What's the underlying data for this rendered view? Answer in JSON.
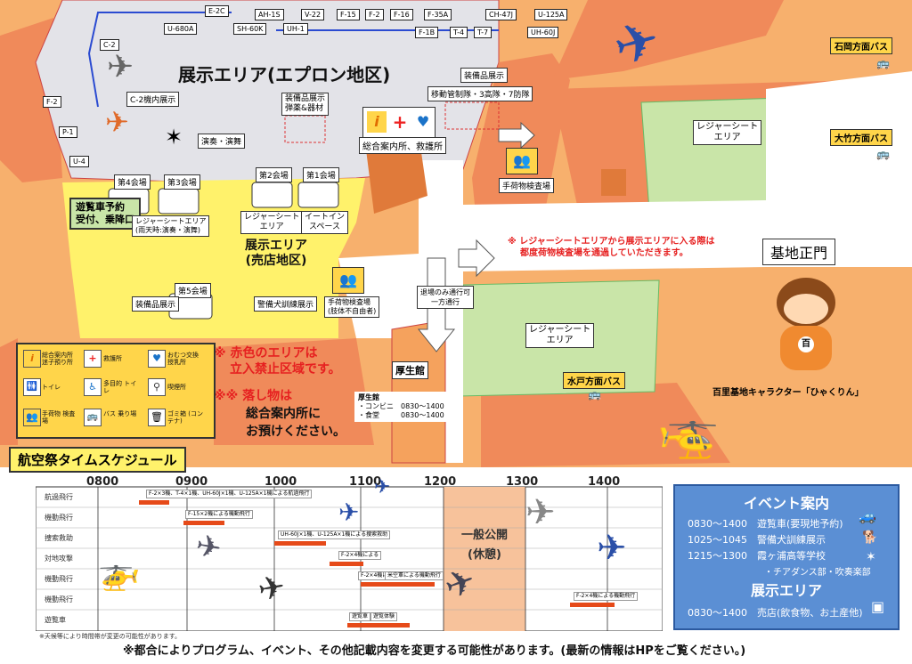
{
  "map": {
    "apron_title": "展示エリア(エプロン地区)",
    "shop_title_1": "展示エリア",
    "shop_title_2": "(売店地区)",
    "aircraft_labels": [
      "E-2C",
      "AH-1S",
      "V-22",
      "F-15",
      "F-2",
      "F-16",
      "F-35A",
      "CH-47J",
      "U-125A",
      "U-680A",
      "SH-60K",
      "UH-1",
      "F-1B",
      "T-4",
      "T-7",
      "UH-60J",
      "C-2",
      "F-2",
      "P-1",
      "U-4"
    ],
    "c2_inside": "C-2機内展示",
    "equip_display": "装備品展示",
    "mobile_control": "移動管制隊・3高隊・7防隊",
    "equip_exhibit_1": "装備品展示",
    "equip_exhibit_2": "弾薬&器材",
    "performance": "演奏・演舞",
    "info_center": "総合案内所、救護所",
    "hall_4": "第4会場",
    "hall_3": "第3会場",
    "hall_2": "第2会場",
    "hall_1": "第1会場",
    "hall_5": "第5会場",
    "sightseeing_1": "遊覧車予約",
    "sightseeing_2": "受付、乗降口",
    "leisure_rain_1": "レジャーシートエリア",
    "leisure_rain_2": "(雨天時:演奏・演舞)",
    "leisure_sheet_1": "レジャーシート",
    "leisure_sheet_2": "エリア",
    "eat_in_1": "イートイン",
    "eat_in_2": "スペース",
    "equip_small": "装備品展示",
    "police_dog": "警備犬訓練展示",
    "baggage_check": "手荷物検査場",
    "baggage_check_2": "手荷物検査場",
    "baggage_check_2b": "(肢体不自由者)",
    "leisure_right_1": "レジャーシート",
    "leisure_right_2": "エリア",
    "leisure_bottom_1": "レジャーシート",
    "leisure_bottom_2": "エリア",
    "notice_red_1": "※ レジャーシートエリアから展示エリアに入る際は",
    "notice_red_2": "都度荷物検査場を通過していただきます。",
    "one_way_1": "退場のみ通行可",
    "one_way_2": "一方通行",
    "main_gate": "基地正門",
    "ishioka_bus": "石岡方面バス",
    "otake_bus": "大竹方面バス",
    "mito_bus": "水戸方面バス",
    "welfare": "厚生館",
    "welfare_info_title": "厚生館",
    "welfare_info_1": "・コンビニ　0830～1400",
    "welfare_info_2": "・食堂　　　0830～1400",
    "restricted_1": "※ 赤色のエリアは",
    "restricted_2": "立入禁止区域です。",
    "lost_1": "※※ 落し物は",
    "lost_2": "総合案内所に",
    "lost_3": "お預けください。",
    "mascot_caption": "百里基地キャラクター「ひゃくりん」"
  },
  "legend": {
    "items": [
      {
        "icon": "i",
        "label": "総合案内所 迷子預り所"
      },
      {
        "icon": "+",
        "label": "救護所"
      },
      {
        "icon": "B",
        "label": "おむつ交換 授乳所"
      },
      {
        "icon": "WC",
        "label": "トイレ"
      },
      {
        "icon": "♿",
        "label": "多目的 トイレ"
      },
      {
        "icon": "S",
        "label": "喫煙所"
      },
      {
        "icon": "C",
        "label": "手荷物 検査場"
      },
      {
        "icon": "BUS",
        "label": "バス 乗り場"
      },
      {
        "icon": "G",
        "label": "ゴミ箱 (コンテナ)"
      }
    ]
  },
  "schedule": {
    "title": "航空祭タイムスケジュール",
    "hours": [
      "0800",
      "0900",
      "1000",
      "1100",
      "1200",
      "1300",
      "1400"
    ],
    "rows": [
      "航過飛行",
      "機動飛行",
      "捜索救助",
      "対地攻撃",
      "機動飛行",
      "機動飛行",
      "遊覧車"
    ],
    "bar_labels": [
      "F-2×3機、T-4×1機、UH-60J×1機、U-125A×1機による航過飛行",
      "F-15×2機による機動飛行",
      "UH-60J×1機、U-125A×1機による捜索救助",
      "F-2×4機による",
      "F-2×4機による機動飛行",
      "米空軍による機動飛行",
      "F-2×4機による機動飛行",
      "遊覧車",
      "遊覧体験"
    ],
    "break_1": "一般公開",
    "break_2": "(休憩)",
    "note_small": "※天候等により時間帯が変更の可能性があります。",
    "note_main": "※都合によりプログラム、イベント、その他記載内容を変更する可能性があります。(最新の情報はHPをご覧ください。)"
  },
  "events": {
    "title": "イベント案内",
    "lines": [
      "0830～1400　遊覧車(要現地予約)",
      "1025～1045　警備犬訓練展示",
      "1215～1300　霞ヶ浦高等学校",
      "・チアダンス部・吹奏楽部"
    ],
    "area_title": "展示エリア",
    "area_line": "0830～1400　売店(飲食物、お土産他)"
  },
  "colors": {
    "orange": "#f5a25d",
    "apron": "#e6e6ea",
    "yellow": "#fff26b",
    "green": "#c9e5a8",
    "red_zone": "#f08a5a",
    "event_bg": "#5b8fd4"
  }
}
